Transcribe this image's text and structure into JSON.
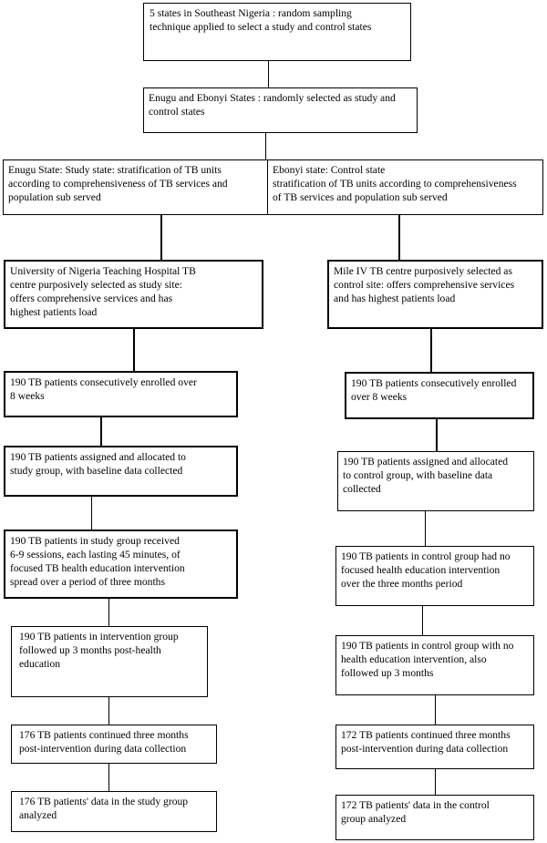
{
  "flowchart": {
    "top": {
      "sampling": "5   states in Southeast Nigeria :      random sampling\ntechnique applied to select a study and control states",
      "selected": "Enugu and Ebonyi States : randomly selected as study and\ncontrol states"
    },
    "stratification": {
      "enugu": "Enugu State: Study state: stratification of TB units\naccording to comprehensiveness of TB services and\npopulation sub served",
      "ebonyi": "Ebonyi state: Control state\nstratification of TB units according to comprehensiveness\nof TB services and population sub served"
    },
    "study_arm": {
      "site": "University of Nigeria Teaching Hospital TB\ncentre purposively selected as study site:\noffers comprehensive services and has\nhighest patients load",
      "enrolled": "190 TB patients consecutively enrolled over\n8 weeks",
      "assigned": "190 TB patients assigned and allocated to\nstudy group, with baseline data collected",
      "intervention": "190 TB patients in  study  group  received\n6-9 sessions, each lasting 45 minutes, of\nfocused TB health education intervention\nspread over a period of three months",
      "followup": "190 TB patients in intervention group\nfollowed up  3 months post-health\neducation",
      "continued": "176 TB patients continued three months\npost-intervention during data collection",
      "analyzed": "176 TB patients' data in the study group\nanalyzed"
    },
    "control_arm": {
      "site": "Mile IV TB centre purposively selected as\ncontrol site: offers comprehensive services\nand has highest patients load",
      "enrolled": "190 TB patients consecutively enrolled\nover 8 weeks",
      "assigned": "190 TB patients  assigned and allocated\nto control group, with baseline data\ncollected",
      "no_intervention": "190 TB patients in control group  had no\nfocused health education intervention\nover the three months period",
      "followup": "190 TB patients in control group with no\nhealth education intervention, also\nfollowed up 3 months",
      "continued": "172 TB patients continued three months\npost-intervention during data collection",
      "analyzed": "172 TB patients' data in the control\ngroup analyzed"
    }
  }
}
